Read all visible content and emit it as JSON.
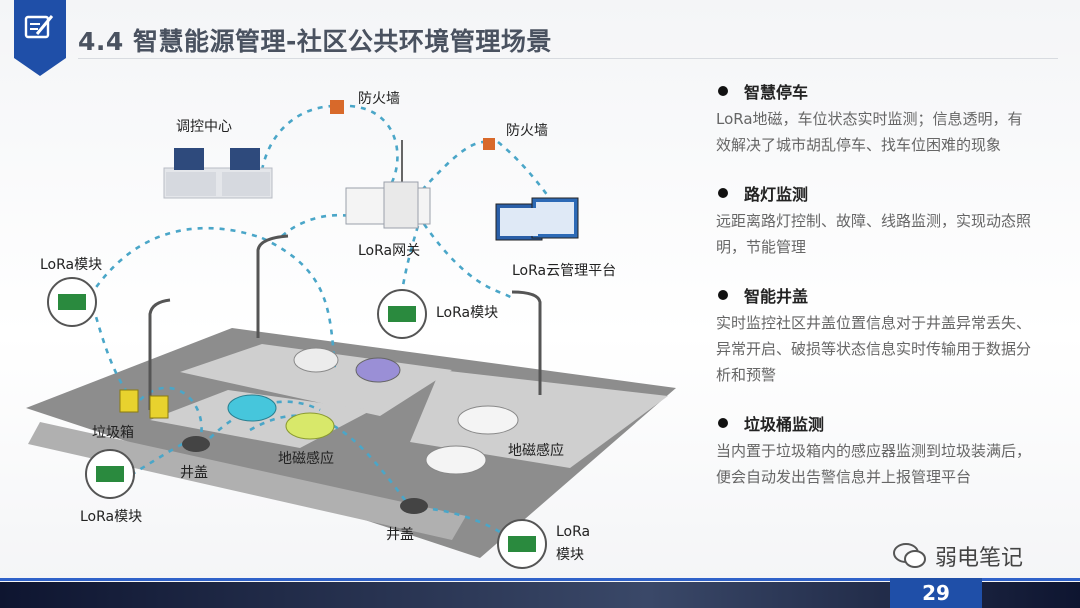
{
  "header": {
    "title": "4.4 智慧能源管理-社区公共环境管理场景",
    "logo_icon": "edit-document-icon"
  },
  "diagram": {
    "labels": {
      "control_center": "调控中心",
      "firewall_1": "防火墙",
      "firewall_2": "防火墙",
      "gateway": "LoRa网关",
      "cloud_platform": "LoRa云管理平台",
      "lora_module_1": "LoRa模块",
      "lora_module_2": "LoRa模块",
      "lora_module_3": "LoRa模块",
      "lora_module_4a": "LoRa",
      "lora_module_4b": "模块",
      "trash_bin": "垃圾箱",
      "manhole_1": "井盖",
      "manhole_2": "井盖",
      "geomagnetic_1": "地磁感应",
      "geomagnetic_2": "地磁感应"
    }
  },
  "features": [
    {
      "title": "智慧停车",
      "desc": "LoRa地磁，车位状态实时监测；信息透明，有效解决了城市胡乱停车、找车位困难的现象"
    },
    {
      "title": "路灯监测",
      "desc": "远距离路灯控制、故障、线路监测，实现动态照明，节能管理"
    },
    {
      "title": "智能井盖",
      "desc": "实时监控社区井盖位置信息对于井盖异常丢失、异常开启、破损等状态信息实时传输用于数据分析和预警"
    },
    {
      "title": "垃圾桶监测",
      "desc": "当内置于垃圾箱内的感应器监测到垃圾装满后，便会自动发出告警信息并上报管理平台"
    }
  ],
  "watermark": {
    "text": "弱电笔记",
    "icon": "wechat-icon"
  },
  "footer": {
    "page_number": "29"
  },
  "colors": {
    "accent": "#1f4fa8",
    "link": "#4aa6c8"
  }
}
